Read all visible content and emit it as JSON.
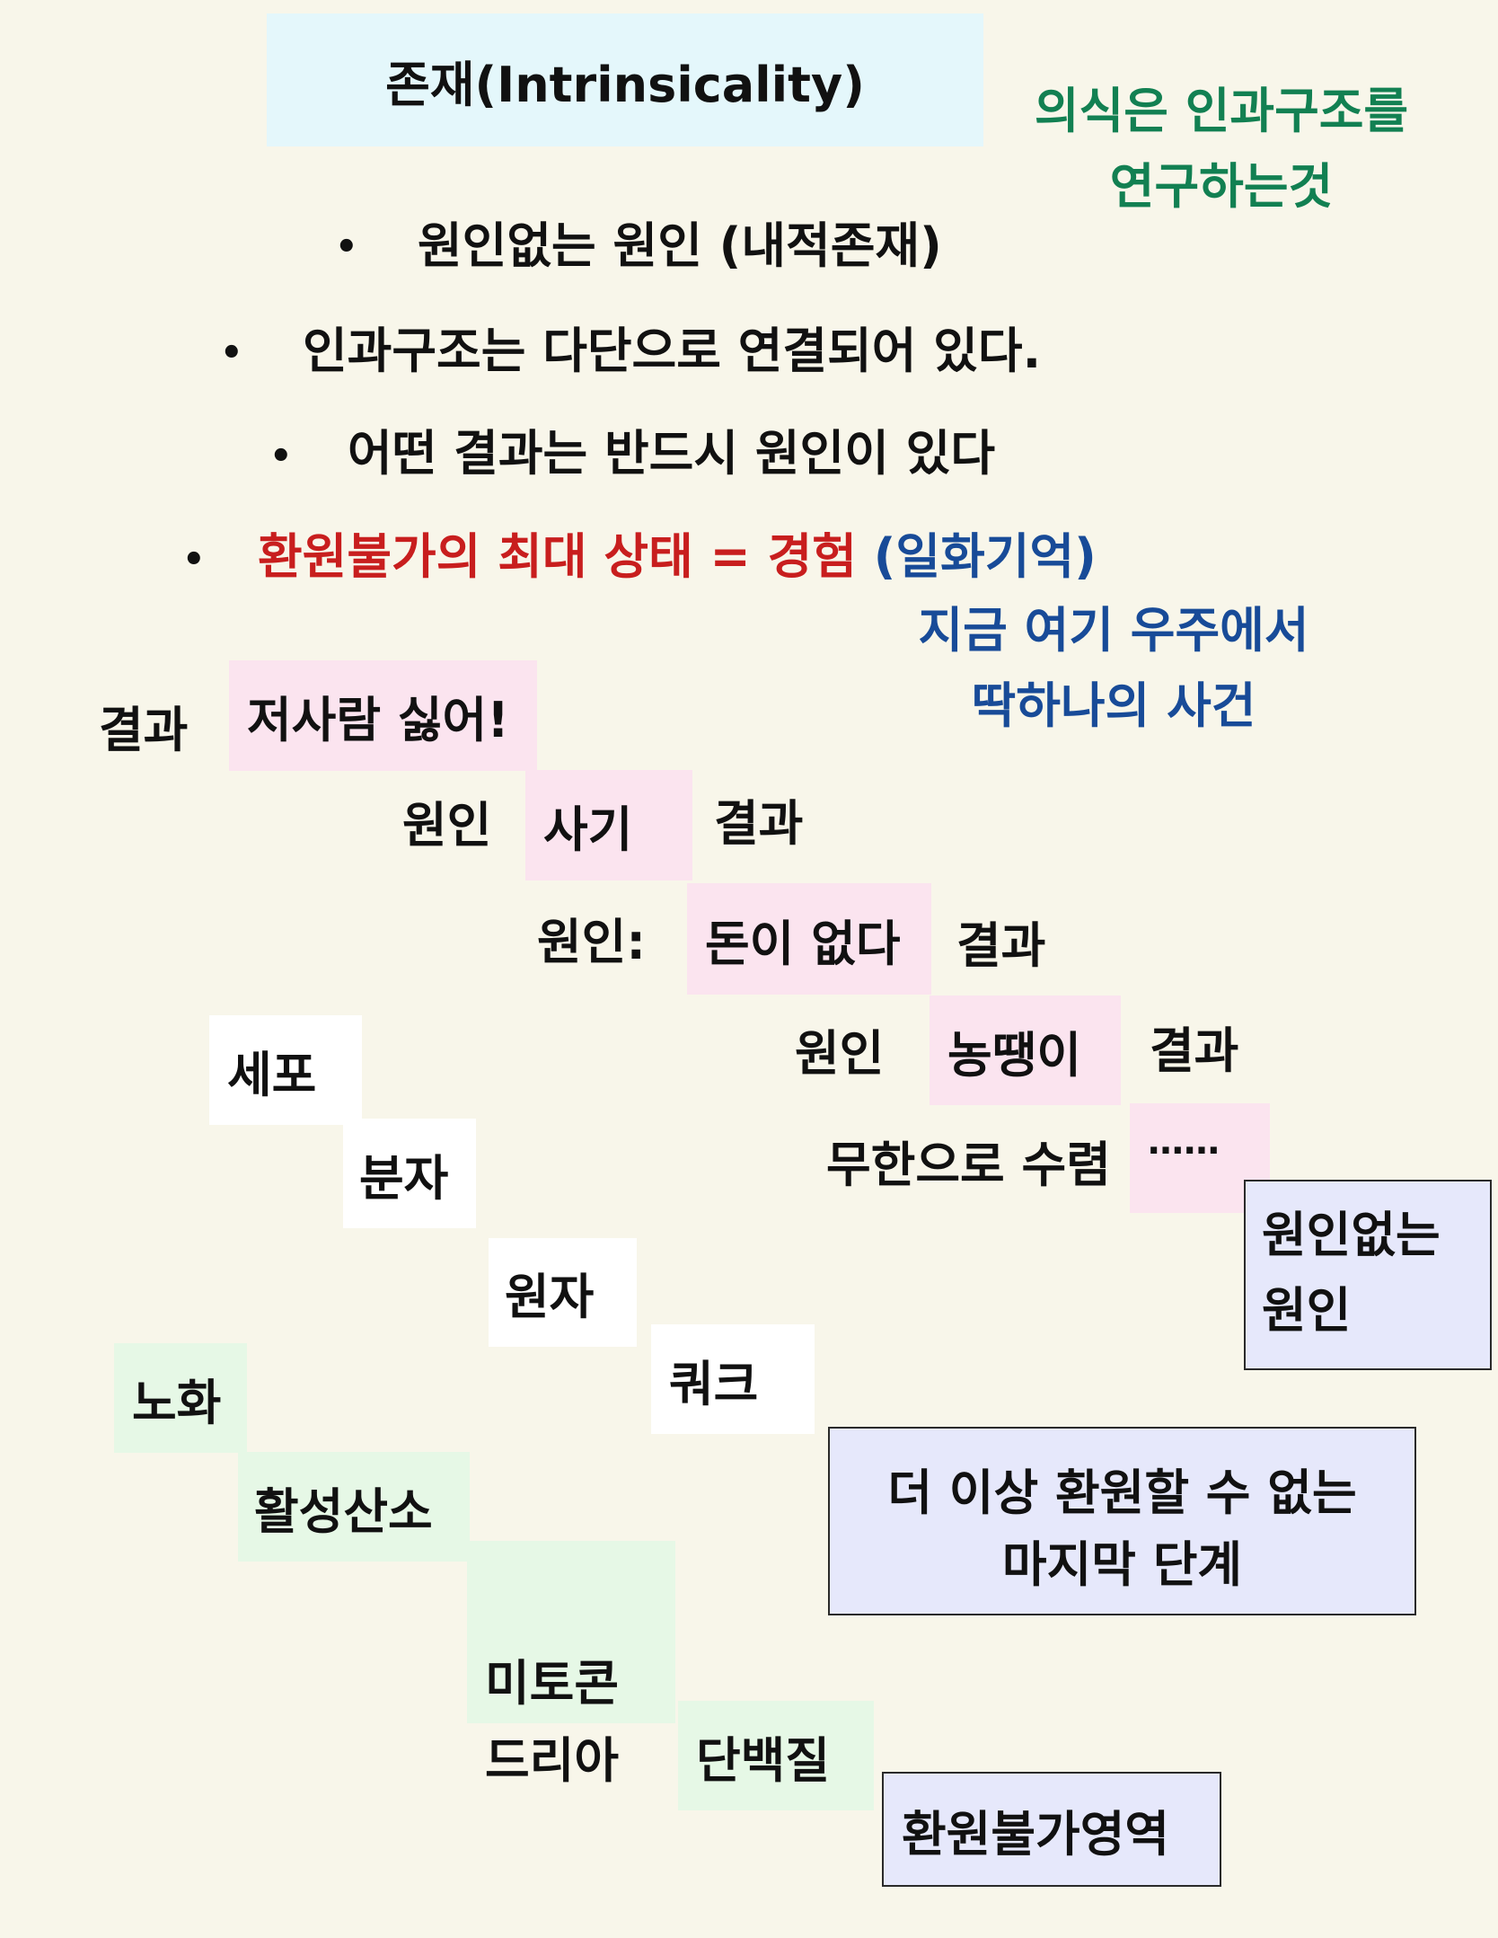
{
  "title": "존재(Intrinsicality)",
  "note_top": [
    "의식은 인과구조를",
    "연구하는것"
  ],
  "bullets": [
    {
      "text": "원인없는 원인 (내적존재)"
    },
    {
      "text": "인과구조는 다단으로 연결되어 있다."
    },
    {
      "text": "어떤 결과는 반드시 원인이 있다"
    },
    {
      "text_red": "환원불가의 최대 상태 = 경험",
      "text_blue": "(일화기억)"
    }
  ],
  "bullet_symbol": "•",
  "note_event": [
    "지금 여기 우주에서",
    "딱하나의 사건"
  ],
  "causal_chain": {
    "result_label": "결과",
    "cause_label": "원인",
    "cause_label_colon": "원인:",
    "steps": [
      "저사람 싫어!",
      "사기",
      "돈이 없다",
      "농땡이"
    ],
    "converge_label": "무한으로 수렴",
    "ellipsis": "……"
  },
  "uncaused_cause_box": [
    "원인없는",
    "원인"
  ],
  "reduction_chain_1": [
    "세포",
    "분자",
    "원자",
    "쿼크"
  ],
  "final_stage_box": [
    "더 이상 환원할 수 없는",
    "마지막 단계"
  ],
  "reduction_chain_2": [
    "노화",
    "활성산소",
    "미토콘\n드리아",
    "단백질"
  ],
  "irreducible_box": "환원불가영역",
  "colors": {
    "background": "#f8f6ea",
    "title_bg": "#e4f7fb",
    "pink": "#fbe4ef",
    "mint": "#e6f8e6",
    "lavender": "#e6e8fb",
    "green_text": "#128052",
    "blue_text": "#184b98",
    "red_text": "#c81e1e"
  }
}
